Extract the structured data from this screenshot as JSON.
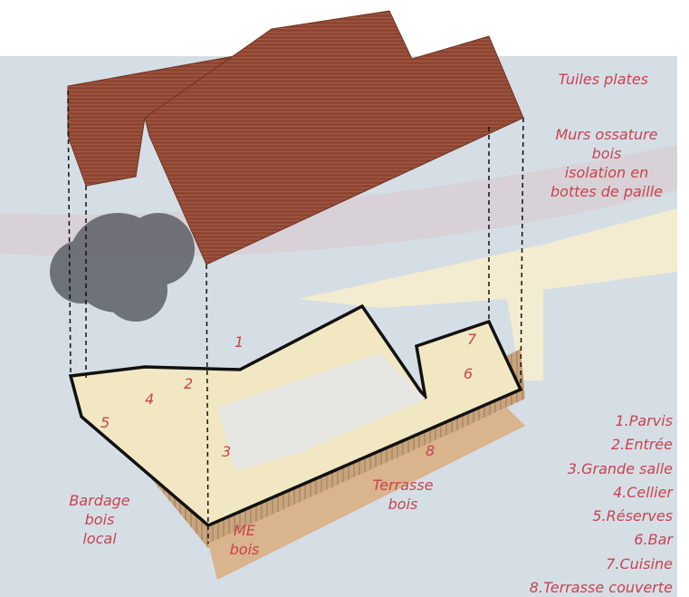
{
  "colors": {
    "label": "#c9434f",
    "ground": "#d5dee5",
    "roof": "#8e4632",
    "floor": "#f1e7c2",
    "wood": "#c9a57e"
  },
  "labels": {
    "roof": "Tuiles plates",
    "walls": [
      "Murs ossature",
      "bois",
      "isolation en",
      "bottes de paille"
    ],
    "cladding": [
      "Bardage",
      "bois",
      "local"
    ],
    "me": [
      "ME",
      "bois"
    ],
    "terrace": [
      "Terrasse",
      "bois"
    ]
  },
  "numbers": [
    "1",
    "2",
    "3",
    "4",
    "5",
    "6",
    "7",
    "8"
  ],
  "legend": [
    "1.Parvis",
    "2.Entrée",
    "3.Grande salle",
    "4.Cellier",
    "5.Réserves",
    "6.Bar",
    "7.Cuisine",
    "8.Terrasse couverte"
  ]
}
